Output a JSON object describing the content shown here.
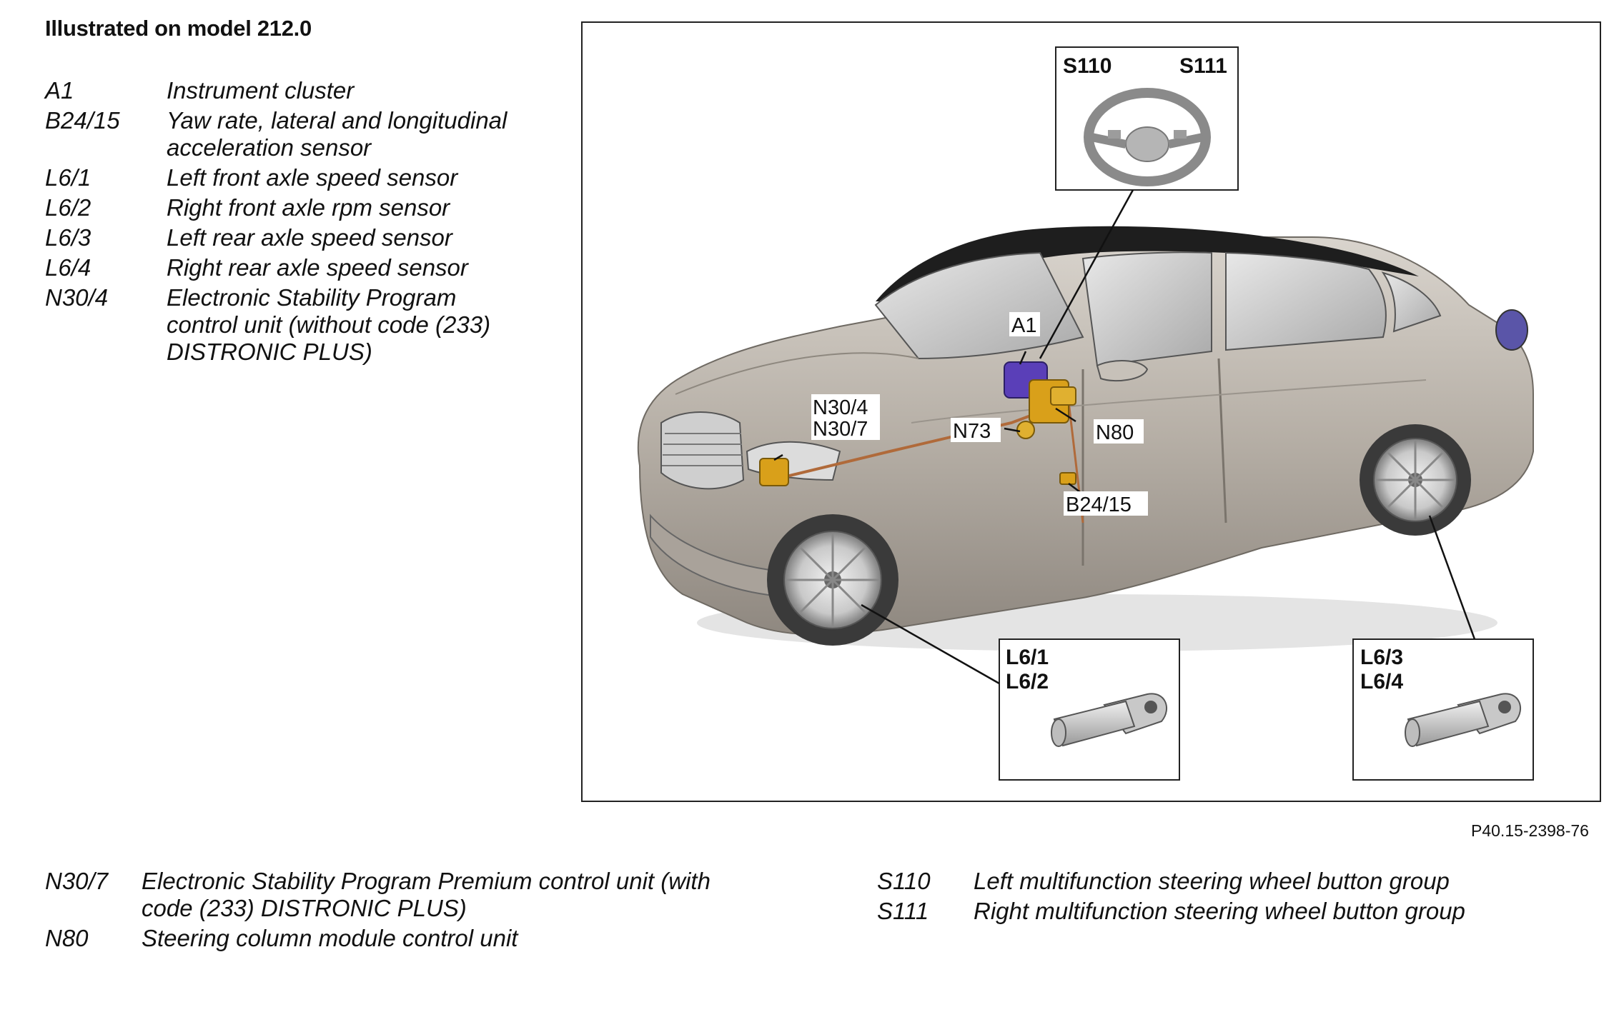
{
  "title": "Illustrated on model 212.0",
  "legend_top": [
    {
      "code": "A1",
      "desc": [
        "Instrument cluster"
      ]
    },
    {
      "code": "B24/15",
      "desc": [
        "Yaw rate, lateral and longitudinal",
        "acceleration sensor"
      ]
    },
    {
      "code": "L6/1",
      "desc": [
        "Left front axle speed sensor"
      ]
    },
    {
      "code": "L6/2",
      "desc": [
        "Right front axle rpm sensor"
      ]
    },
    {
      "code": "L6/3",
      "desc": [
        "Left rear axle speed sensor"
      ]
    },
    {
      "code": "L6/4",
      "desc": [
        "Right rear axle speed sensor"
      ]
    },
    {
      "code": "N30/4",
      "desc": [
        "Electronic Stability Program",
        "control unit (without code (233)",
        "DISTRONIC PLUS)"
      ]
    }
  ],
  "legend_bottom_left": [
    {
      "code": "N30/7",
      "desc": [
        "Electronic Stability Program Premium control unit (with",
        "code (233) DISTRONIC PLUS)"
      ]
    },
    {
      "code": "N80",
      "desc": [
        "Steering column module control unit"
      ]
    }
  ],
  "legend_bottom_right": [
    {
      "code": "S110",
      "desc": [
        "Left multifunction steering wheel button group"
      ]
    },
    {
      "code": "S111",
      "desc": [
        "Right multifunction steering wheel button group"
      ]
    }
  ],
  "figure_ref": "P40.15-2398-76",
  "diagram_labels": {
    "s110": "S110",
    "s111": "S111",
    "a1": "A1",
    "n30_4": "N30/4",
    "n30_7": "N30/7",
    "n73": "N73",
    "n80": "N80",
    "b24_15": "B24/15",
    "l6_1": "L6/1",
    "l6_2": "L6/2",
    "l6_3": "L6/3",
    "l6_4": "L6/4"
  },
  "colors": {
    "car_body": "#b9b3ab",
    "roof": "#1e1e1e",
    "component_orange": "#d9a01a",
    "component_purple": "#5a3fb8",
    "frame": "#222222"
  }
}
